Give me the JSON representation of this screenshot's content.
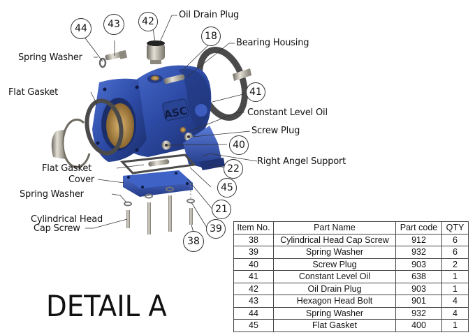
{
  "title": "DETAIL A",
  "colors": {
    "housing": "#2f4fa8",
    "housing_dark": "#1c2f6e",
    "gasket": "#4a4a4a",
    "metal": "#b8b4aa",
    "bronze": "#a27a3a"
  },
  "callouts": {
    "oil_drain_plug": "Oil Drain Plug",
    "bearing_housing": "Bearing Housing",
    "spring_washer_top": "Spring Washer",
    "flat_gasket_top": "Flat Gasket",
    "constant_level_oil": "Constant Level Oil",
    "screw_plug": "Screw Plug",
    "right_angel_support": "Right Angel Support",
    "flat_gasket_bottom": "Flat Gasket",
    "cover": "Cover",
    "spring_washer_bottom": "Spring Washer",
    "cyl_head_line1": "Cylindrical Head",
    "cyl_head_line2": "Cap Screw"
  },
  "balloons": {
    "b44": "44",
    "b43": "43",
    "b42": "42",
    "b18": "18",
    "b41": "41",
    "b40": "40",
    "b22": "22",
    "b45": "45",
    "b21": "21",
    "b39": "39",
    "b38": "38"
  },
  "bom": {
    "headers": [
      "Item No.",
      "Part Name",
      "Part code",
      "QTY"
    ],
    "rows": [
      [
        "38",
        "Cylindrical Head Cap Screw",
        "912",
        "6"
      ],
      [
        "39",
        "Spring Washer",
        "932",
        "6"
      ],
      [
        "40",
        "Screw Plug",
        "903",
        "2"
      ],
      [
        "41",
        "Constant Level Oil",
        "638",
        "1"
      ],
      [
        "42",
        "Oil Drain Plug",
        "903",
        "1"
      ],
      [
        "43",
        "Hexagon Head Bolt",
        "901",
        "4"
      ],
      [
        "44",
        "Spring Washer",
        "932",
        "4"
      ],
      [
        "45",
        "Flat Gasket",
        "400",
        "1"
      ]
    ]
  }
}
